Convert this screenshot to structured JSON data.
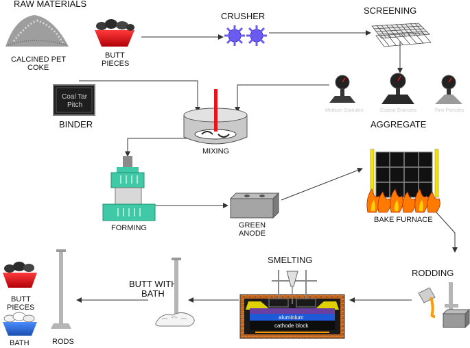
{
  "labels": {
    "raw_materials": "RAW MATERIALS",
    "crusher": "CRUSHER",
    "screening": "SCREENING",
    "calcined_line1": "CALCINED PET",
    "calcined_line2": "COKE",
    "butt_pieces_line1": "BUTT",
    "butt_pieces_line2": "PIECES",
    "binder": "BINDER",
    "pitch_line1": "Coal Tar",
    "pitch_line2": "Pitch",
    "mixing": "MIXING",
    "aggregate": "AGGREGATE",
    "scale_1": "Medium Granules",
    "scale_2": "Coarse Granules",
    "scale_3": "Fine Particles",
    "forming": "FORMING",
    "green_anode_line1": "GREEN",
    "green_anode_line2": "ANODE",
    "bake_furnace": "BAKE FURNACE",
    "rodding": "RODDING",
    "smelting": "SMELTING",
    "aluminium": "aluminium",
    "cathode_block": "cathode block",
    "butt_with_bath_line1": "BUTT WITH",
    "butt_with_bath_line2": "BATH",
    "butt_pieces2_line1": "BUTT",
    "butt_pieces2_line2": "PIECES",
    "bath": "BATH",
    "rods": "RODS"
  },
  "colors": {
    "crusher": "#6a5cf0",
    "bucket_red": "#e0151b",
    "bath_blue": "#2b6fd6",
    "forming_green": "#3fc9a6",
    "flame_orange": "#ff7a00",
    "furnace_yellow": "#f5e400",
    "mixer_rod": "#e8141c",
    "gray": "#8c8c8c"
  }
}
